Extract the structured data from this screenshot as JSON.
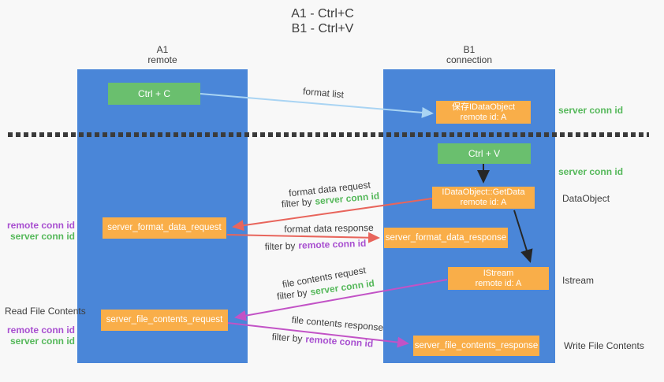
{
  "title": {
    "line1": "A1 - Ctrl+C",
    "line2": "B1 - Ctrl+V"
  },
  "lanes": {
    "a1": {
      "name": "A1",
      "subtitle": "remote"
    },
    "b1": {
      "name": "B1",
      "subtitle": "connection"
    }
  },
  "nodes": {
    "ctrl_c": {
      "label": "Ctrl + C"
    },
    "save_idataobject": {
      "line1": "保存IDataObject",
      "line2": "remote id: A"
    },
    "ctrl_v": {
      "label": "Ctrl + V"
    },
    "getdata": {
      "line1": "IDataObject::GetData",
      "line2": "remote id: A"
    },
    "server_format_data_request": {
      "label": "server_format_data_request"
    },
    "server_format_data_response": {
      "label": "server_format_data_response"
    },
    "istream": {
      "line1": "IStream",
      "line2": "remote id: A"
    },
    "server_file_contents_request": {
      "label": "server_file_contents_request"
    },
    "server_file_contents_response": {
      "label": "server_file_contents_response"
    }
  },
  "edges": {
    "format_list": {
      "label": "format list"
    },
    "format_data_request": {
      "label": "format data request",
      "filter_prefix": "filter by",
      "filter_key": "server conn id"
    },
    "format_data_response": {
      "label": "format data response",
      "filter_prefix": "filter by",
      "filter_key": "remote conn id"
    },
    "file_contents_request": {
      "label": "file contents request",
      "filter_prefix": "filter by",
      "filter_key": "server conn id"
    },
    "file_contents_response": {
      "label": "file contents response",
      "filter_prefix": "filter by",
      "filter_key": "remote conn id"
    }
  },
  "annotations": {
    "right_server_conn_id_top": "server conn id",
    "right_server_conn_id_mid": "server conn id",
    "data_object": "DataObject",
    "istream": "Istream",
    "write_file_contents": "Write File Contents",
    "read_file_contents": "Read File Contents",
    "left_top": {
      "remote_conn_id": "remote conn id",
      "server_conn_id": "server conn id"
    },
    "left_bottom": {
      "remote_conn_id": "remote conn id",
      "server_conn_id": "server conn id"
    }
  },
  "colors": {
    "background": "#f8f8f8",
    "lane_blue": "#4a86d8",
    "box_green": "#6abf6e",
    "box_orange": "#f9ae49",
    "text_green": "#55b85a",
    "text_purple": "#a84fd0",
    "arrow_red": "#e8655c",
    "arrow_magenta": "#c253c6",
    "arrow_lightblue": "#a9d4f3",
    "arrow_black": "#262626",
    "dash_line": "#3b3b3b"
  }
}
